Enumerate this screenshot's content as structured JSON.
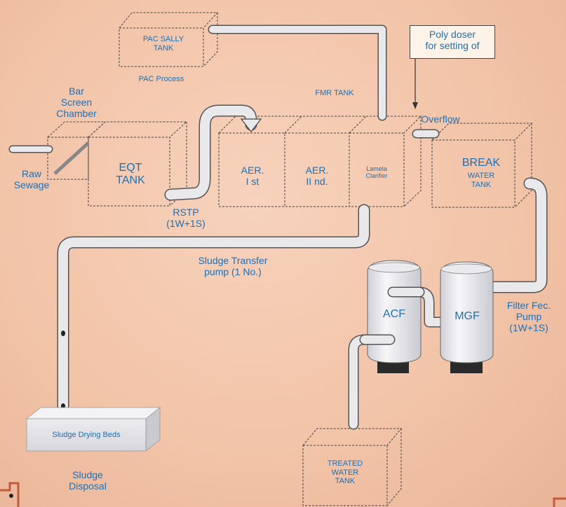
{
  "labels": {
    "pac_sally_tank": "PAC SALLY\nTANK",
    "pac_process": "PAC Process",
    "poly_doser": "Poly doser\nfor setting of",
    "fmr_tank": "FMR TANK",
    "bar_screen": "Bar\nScreen\nChamber",
    "overflow": "Overflow",
    "raw_sewage": "Raw\nSewage",
    "eqt_tank": "EQT\nTANK",
    "aer_1": "AER.\nI st",
    "aer_2": "AER.\nII nd.",
    "lamela": "Lamela\nClarifier",
    "break_tank_1": "BREAK",
    "break_tank_2": "WATER\nTANK",
    "rstp": "RSTP\n(1W+1S)",
    "sludge_transfer": "Sludge Transfer\npump (1 No.)",
    "acf": "ACF",
    "mgf": "MGF",
    "filter_feed": "Filter Fec.\nPump\n(1W+1S)",
    "sludge_beds": "Sludge Drying Beds",
    "sludge_disposal": "Sludge\nDisposal",
    "treated_tank": "TREATED\nWATER\nTANK"
  },
  "colors": {
    "text": "#1f6fb3",
    "pipe": "#e9e9ec",
    "pipe_edge": "#555555"
  }
}
